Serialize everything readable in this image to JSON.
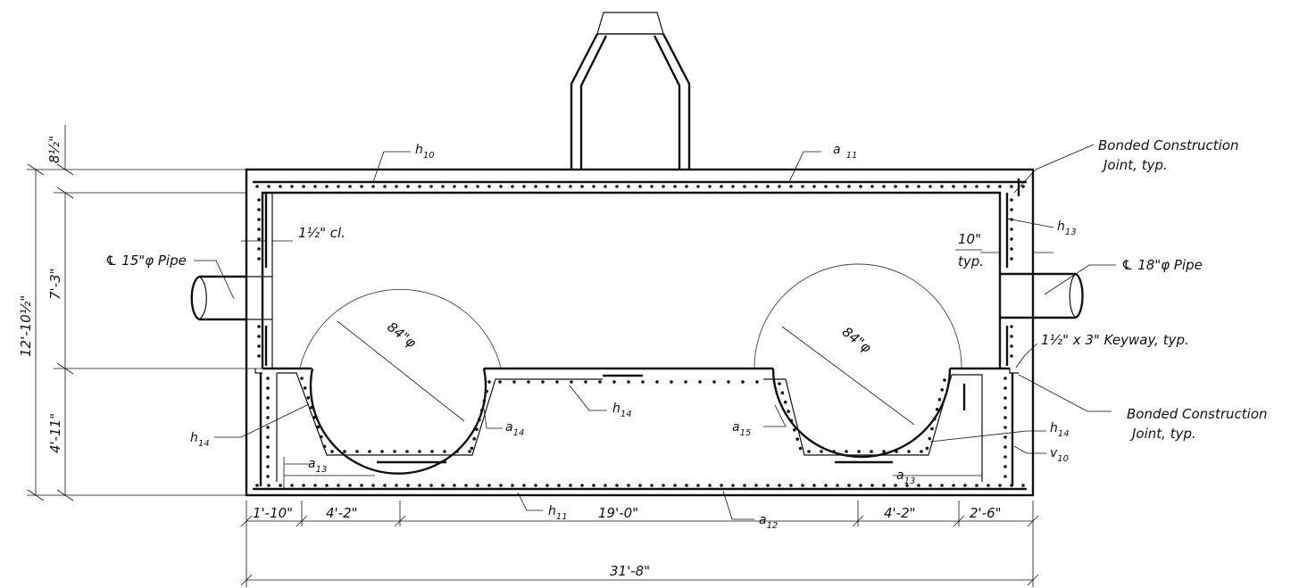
{
  "labels": {
    "h10": {
      "main": "h",
      "sub": "10"
    },
    "a11": {
      "main": "a",
      "sub": "11"
    },
    "h13": {
      "main": "h",
      "sub": "13"
    },
    "h14_left": {
      "main": "h",
      "sub": "14"
    },
    "h14_mid": {
      "main": "h",
      "sub": "14"
    },
    "h14_right": {
      "main": "h",
      "sub": "14"
    },
    "a14": {
      "main": "a",
      "sub": "14"
    },
    "a15": {
      "main": "a",
      "sub": "15"
    },
    "a13_left": {
      "main": "a",
      "sub": "13"
    },
    "a13_right": {
      "main": "a",
      "sub": "13"
    },
    "v10": {
      "main": "v",
      "sub": "10"
    },
    "h11": {
      "main": "h",
      "sub": "11"
    },
    "a12": {
      "main": "a",
      "sub": "12"
    }
  },
  "notes": {
    "bonded_joint_top": [
      "Bonded Construction",
      "Joint, typ."
    ],
    "bonded_joint_bottom": [
      "Bonded Construction",
      "Joint, typ."
    ],
    "keyway": "1½\" x 3\" Keyway, typ.",
    "pipe_left": "℄ 15\"φ Pipe",
    "pipe_right": "℄ 18\"φ Pipe",
    "clear_cover": "1½\" cl.",
    "wall_thick": [
      "10\"",
      "typ."
    ],
    "diameter_left": "84\"φ",
    "diameter_right": "84\"φ"
  },
  "dimensions": {
    "top_slab": "8½\"",
    "total_height": "12'-10½\"",
    "upper_height": "7'-3\"",
    "lower_height": "4'-11\"",
    "bottom_segments": [
      "1'-10\"",
      "4'-2\"",
      "19'-0\"",
      "4'-2\"",
      "2'-6\""
    ],
    "overall_width": "31'-8\""
  }
}
